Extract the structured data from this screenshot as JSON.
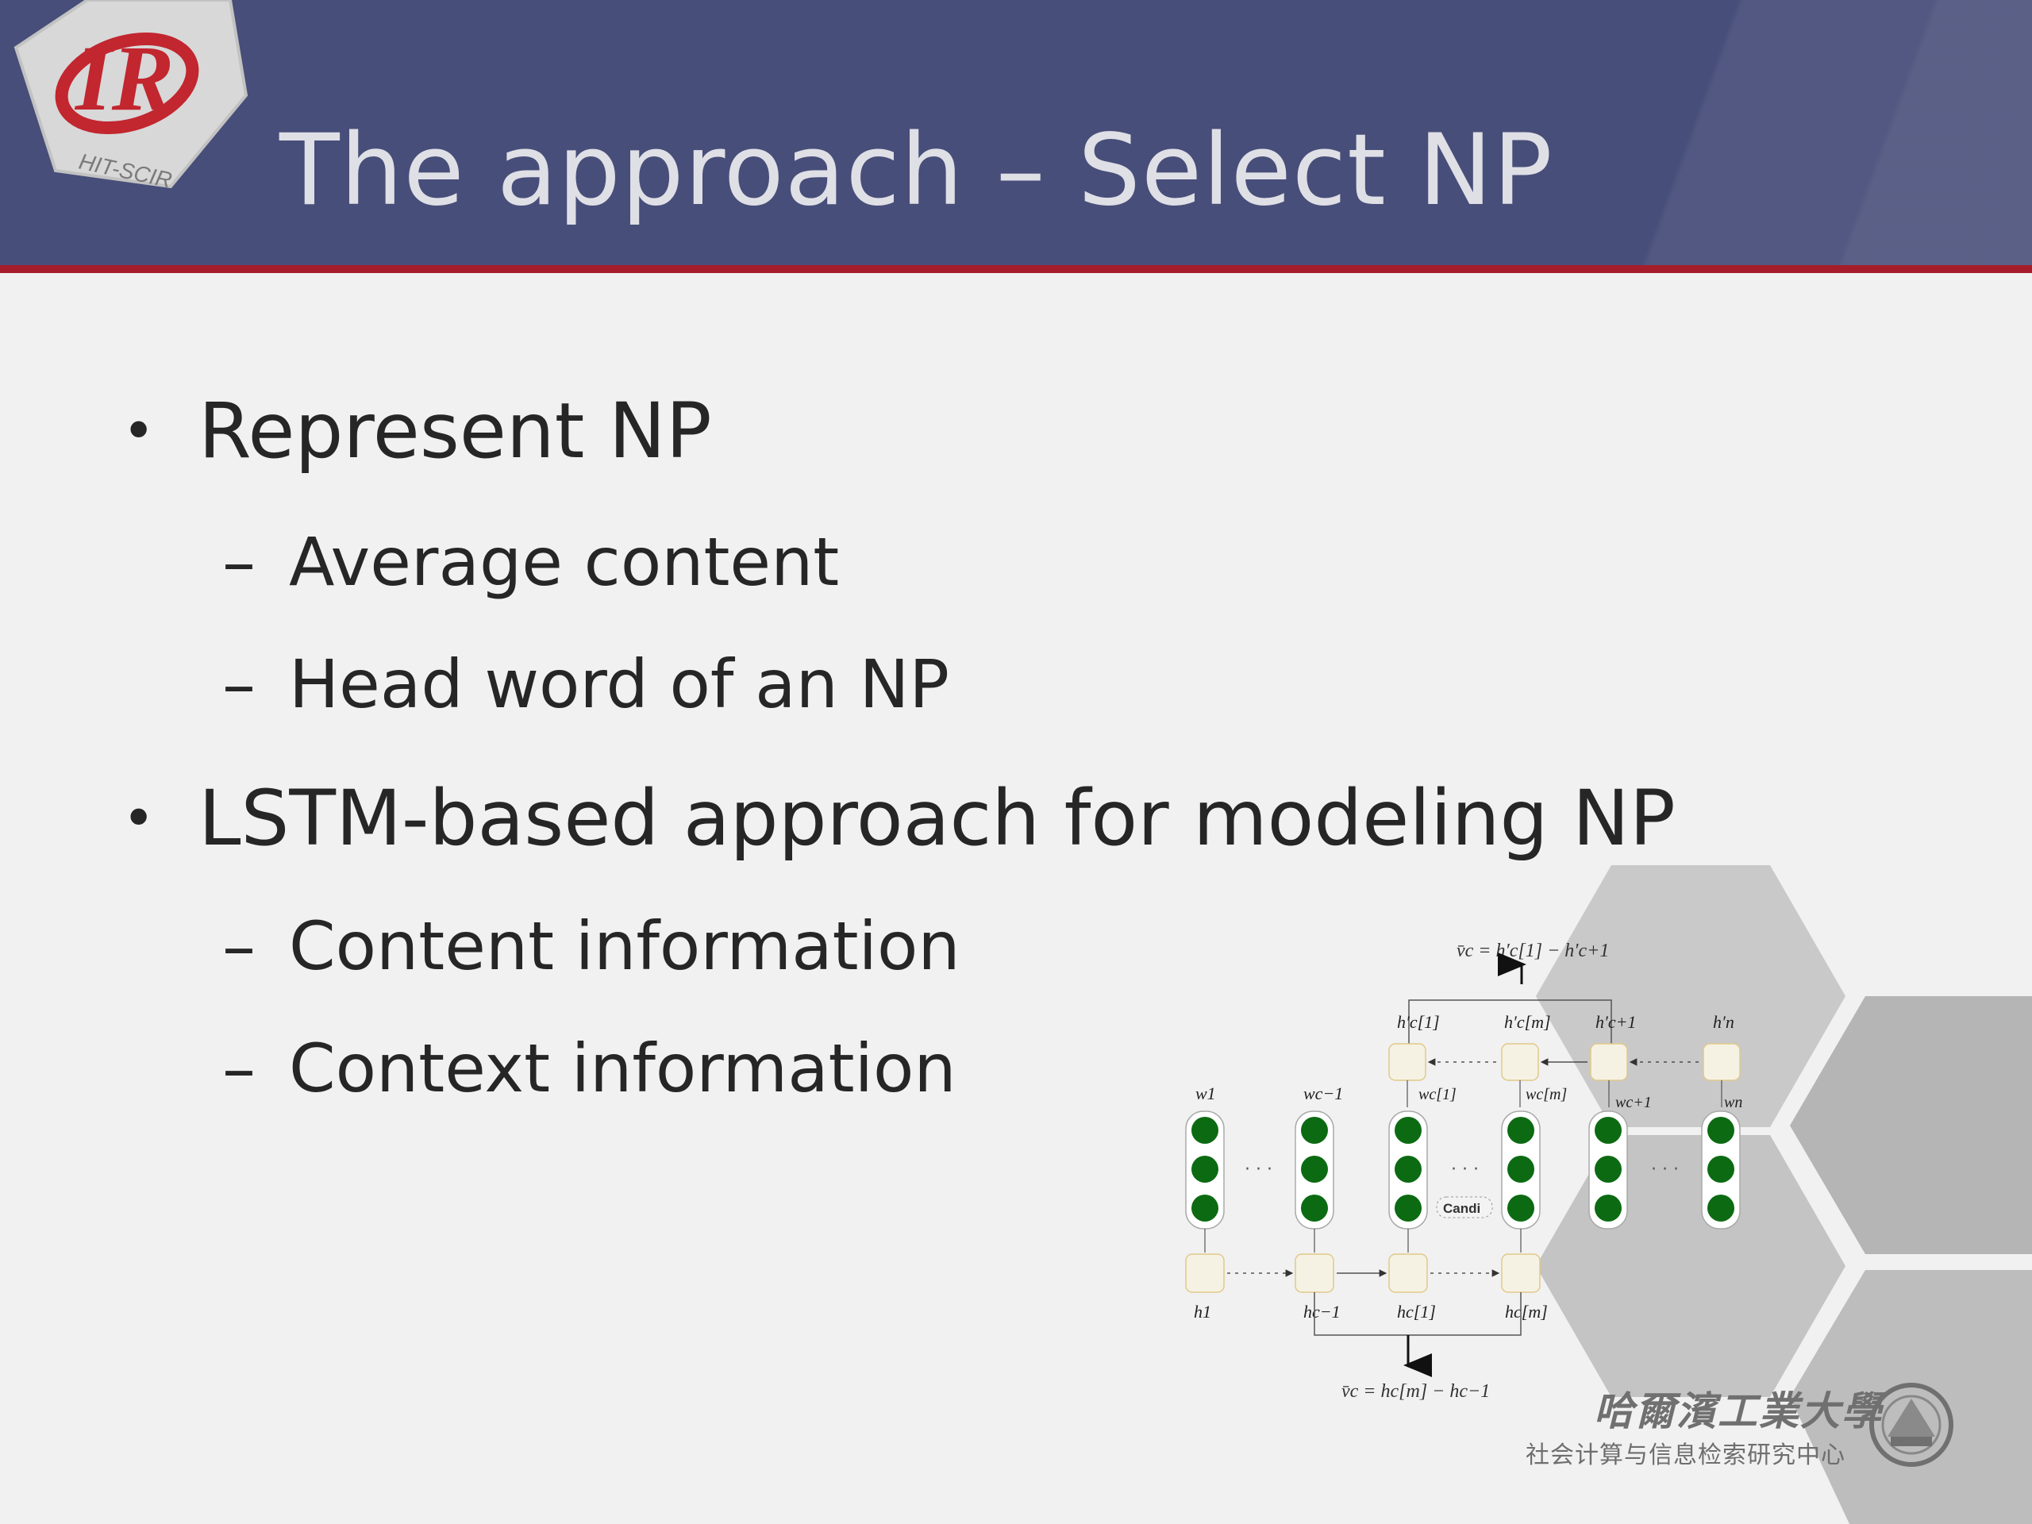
{
  "header": {
    "title": "The approach  –  Select NP",
    "logo_text": "IR",
    "logo_subtext": "HIT-SCIR"
  },
  "bullets": [
    {
      "text": "Represent NP",
      "subitems": [
        "Average content",
        "Head word of an NP"
      ]
    },
    {
      "text": "LSTM-based approach for modeling NP",
      "subitems": [
        "Content information",
        "Context information"
      ]
    }
  ],
  "diagram": {
    "top_formula": "v̄c = h′c[1] − h′c+1",
    "bottom_formula": "v̄c = hc[m] − hc−1",
    "candi_label": "Candi",
    "dots": "· · ·",
    "word_labels": [
      "w1",
      "wc−1",
      "wc[1]",
      "wc[m]",
      "wc+1",
      "wn"
    ],
    "forward_labels": [
      "h1",
      "hc−1",
      "hc[1]",
      "hc[m]"
    ],
    "backward_labels": [
      "h′c[1]",
      "h′c[m]",
      "h′c+1",
      "h′n"
    ]
  },
  "footer": {
    "university_name": "哈爾濱工業大學",
    "center_name": "社会计算与信息检索研究中心"
  },
  "colors": {
    "header_bg": "#474e79",
    "accent_stripe": "#a51d2a",
    "neuron_green": "#0c6b12",
    "hexagon_gray": "#bdbdbd"
  }
}
